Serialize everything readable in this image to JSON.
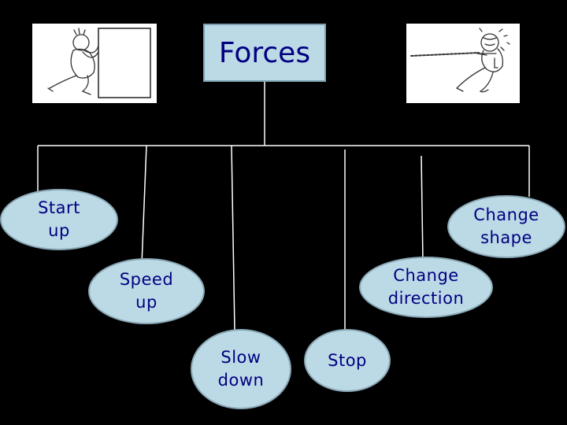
{
  "title": "Forces",
  "colors": {
    "background": "#000000",
    "box_fill": "#bcd9e6",
    "box_border": "#7fa1b1",
    "text": "#000080",
    "line": "#ffffff"
  },
  "effects": [
    {
      "id": "start-up",
      "label": "Start\nup"
    },
    {
      "id": "speed-up",
      "label": "Speed\nup"
    },
    {
      "id": "slow-down",
      "label": "Slow\ndown"
    },
    {
      "id": "stop",
      "label": "Stop"
    },
    {
      "id": "change-direction",
      "label": "Change\ndirection"
    },
    {
      "id": "change-shape",
      "label": "Change\nshape"
    }
  ],
  "images": [
    {
      "id": "pushing",
      "icon": "person-pushing-door-illustration"
    },
    {
      "id": "pulling",
      "icon": "person-pulling-rope-illustration"
    }
  ]
}
